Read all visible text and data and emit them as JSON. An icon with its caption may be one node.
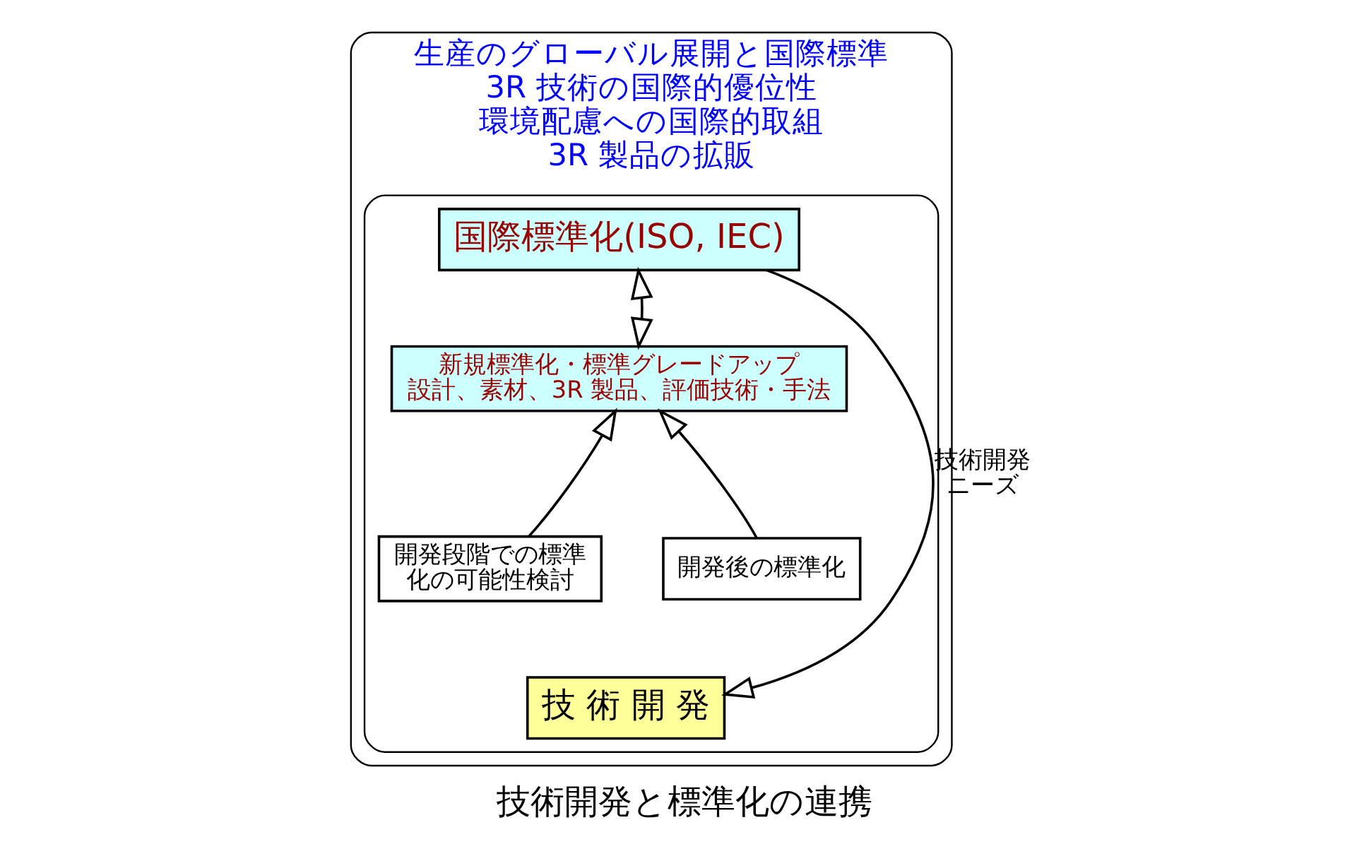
{
  "diagram": {
    "caption": "技術開発と標準化の連携",
    "nodes": [
      {
        "text": [
          "生産のグローバル展開と国際標準",
          "3R 技術の国際的優位性",
          "環境配慮への国際的取組",
          "3R 製品の拡販"
        ]
      },
      {
        "text": [],
        "shape": "ellipse",
        "in": 0
      },
      {
        "text": [
          "国際標準化(ISO, IEC)"
        ],
        "in": 1
      },
      {
        "text": [
          "新規標準化・標準グレードアップ",
          "設計、素材、3R 製品、評価技術・手法"
        ],
        "in": 1
      },
      {
        "text": [
          "開発段階での標準化の可能性検討"
        ],
        "in": 1
      },
      {
        "text": [
          "開発後の標準化"
        ],
        "in": 1
      },
      {
        "text": [
          "技 術 開 発"
        ],
        "in": 1
      }
    ],
    "edges": [
      {
        "from": 2,
        "to": 3,
        "arrow": "both"
      },
      {
        "from": 4,
        "to": 3,
        "arrow": "to"
      },
      {
        "from": 5,
        "to": 3,
        "arrow": "to"
      },
      {
        "from": 2,
        "to": 6,
        "arrow": "to",
        "label": "技術開発ニーズ"
      }
    ]
  }
}
